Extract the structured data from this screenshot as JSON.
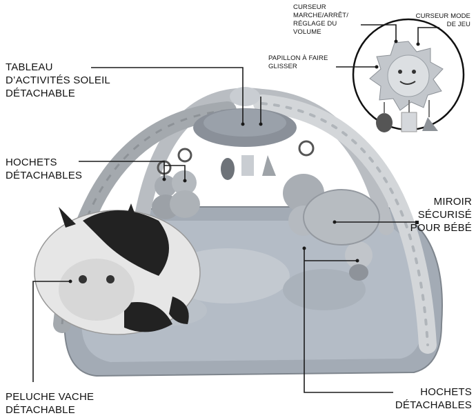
{
  "labels": {
    "sun_board": [
      "TABLEAU",
      "D’ACTIVITÉS SOLEIL",
      "DÉTACHABLE"
    ],
    "rattles_left": [
      "HOCHETS",
      "DÉTACHABLES"
    ],
    "mirror": [
      "MIROIR",
      "SÉCURISÉ",
      "POUR BÉBÉ"
    ],
    "cow": [
      "PELUCHE VACHE",
      "DÉTACHABLE"
    ],
    "rattles_right": [
      "HOCHETS",
      "DÉTACHABLES"
    ],
    "on_off_volume": [
      "CURSEUR",
      "MARCHE/ARRÊT/",
      "RÉGLAGE DU",
      "VOLUME"
    ],
    "mode_slider": [
      "CURSEUR MODE",
      "DE JEU"
    ],
    "butterfly": [
      "PAPILLON À FAIRE",
      "GLISSER"
    ]
  },
  "colors": {
    "line": "#1a1a1a",
    "mat": "#9ea7b2",
    "arch_light": "#c8ccd0",
    "arch_dark": "#8f9499",
    "cow_white": "#e9e9e9",
    "cow_black": "#1e1e1e",
    "toy": "#b8bcc0"
  }
}
